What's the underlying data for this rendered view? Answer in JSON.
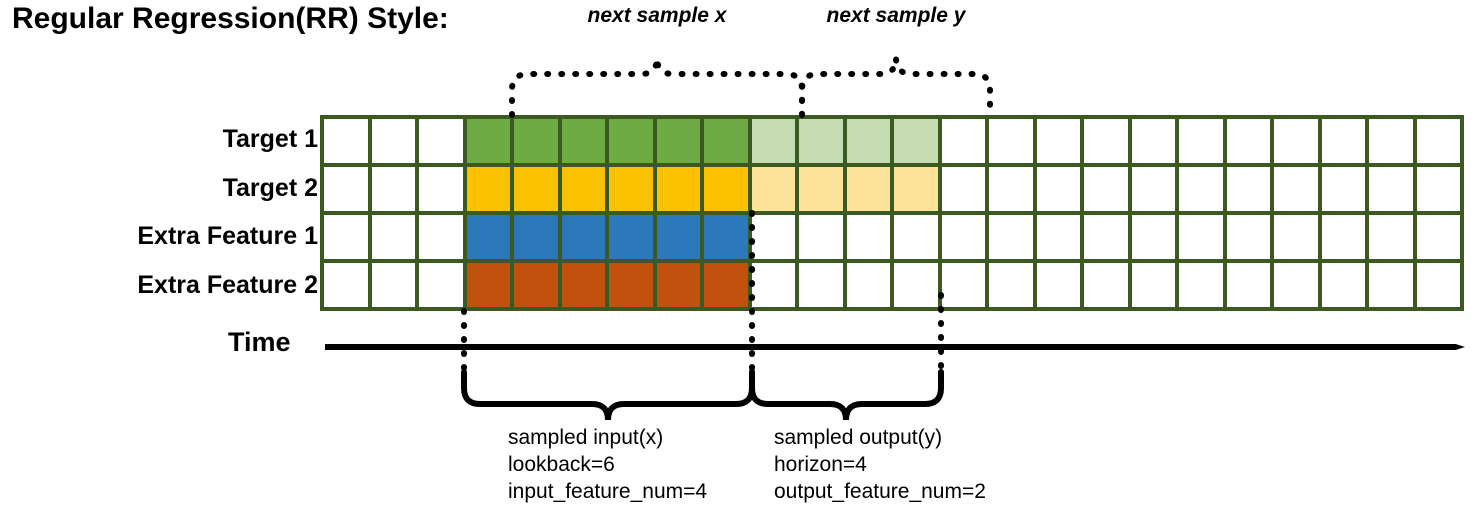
{
  "title": "Regular Regression(RR) Style:",
  "colors": {
    "grid_border": "#3a5a22",
    "target1": "#6fab44",
    "target1_faded": "#c6ddb3",
    "target2": "#fcc200",
    "target2_faded": "#fde39a",
    "extra1": "#2b79ba",
    "extra2": "#c2500f",
    "empty": "#ffffff",
    "line": "#000000"
  },
  "rows": [
    {
      "label": "Target 1",
      "name": "target-1",
      "cells": [
        "empty",
        "empty",
        "empty",
        "target1",
        "target1",
        "target1",
        "target1",
        "target1",
        "target1",
        "target1_faded",
        "target1_faded",
        "target1_faded",
        "target1_faded",
        "empty",
        "empty",
        "empty",
        "empty",
        "empty",
        "empty",
        "empty",
        "empty",
        "empty",
        "empty",
        "empty"
      ]
    },
    {
      "label": "Target 2",
      "name": "target-2",
      "cells": [
        "empty",
        "empty",
        "empty",
        "target2",
        "target2",
        "target2",
        "target2",
        "target2",
        "target2",
        "target2_faded",
        "target2_faded",
        "target2_faded",
        "target2_faded",
        "empty",
        "empty",
        "empty",
        "empty",
        "empty",
        "empty",
        "empty",
        "empty",
        "empty",
        "empty",
        "empty"
      ]
    },
    {
      "label": "Extra Feature 1",
      "name": "extra-feature-1",
      "cells": [
        "empty",
        "empty",
        "empty",
        "extra1",
        "extra1",
        "extra1",
        "extra1",
        "extra1",
        "extra1",
        "empty",
        "empty",
        "empty",
        "empty",
        "empty",
        "empty",
        "empty",
        "empty",
        "empty",
        "empty",
        "empty",
        "empty",
        "empty",
        "empty",
        "empty"
      ]
    },
    {
      "label": "Extra Feature 2",
      "name": "extra-feature-2",
      "cells": [
        "empty",
        "empty",
        "empty",
        "extra2",
        "extra2",
        "extra2",
        "extra2",
        "extra2",
        "extra2",
        "empty",
        "empty",
        "empty",
        "empty",
        "empty",
        "empty",
        "empty",
        "empty",
        "empty",
        "empty",
        "empty",
        "empty",
        "empty",
        "empty",
        "empty"
      ]
    }
  ],
  "column_count": 24,
  "time_axis": {
    "label": "Time"
  },
  "top_braces": [
    {
      "label": "next sample x",
      "name": "next-sample-x"
    },
    {
      "label": "next sample y",
      "name": "next-sample-y"
    }
  ],
  "bottom_braces": [
    {
      "name": "sampled-input",
      "lines": [
        "sampled input(x)",
        "lookback=6",
        "input_feature_num=4"
      ]
    },
    {
      "name": "sampled-output",
      "lines": [
        "sampled output(y)",
        "horizon=4",
        "output_feature_num=2"
      ]
    }
  ]
}
